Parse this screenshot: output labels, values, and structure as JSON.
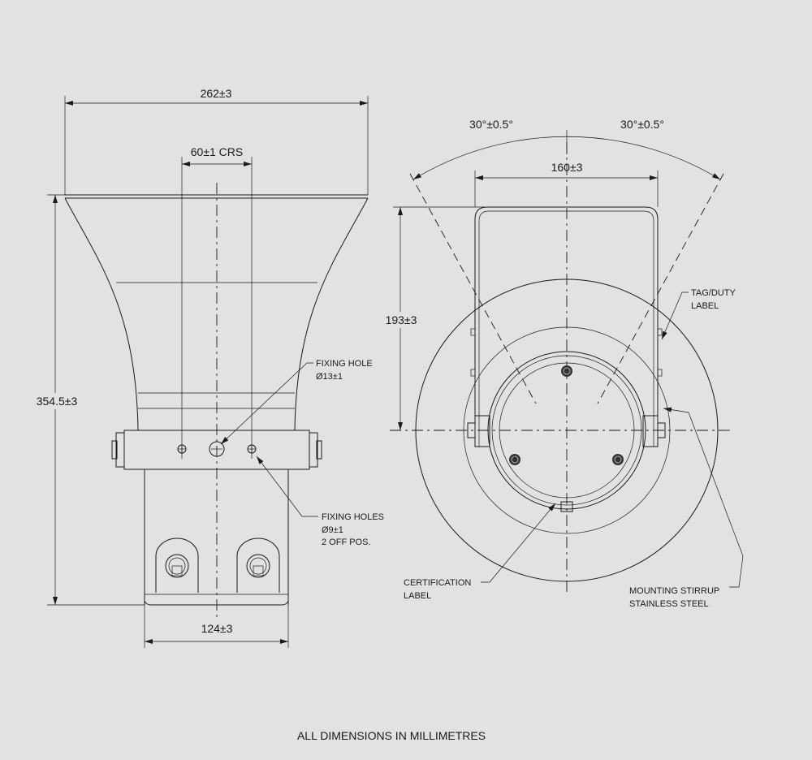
{
  "side_view": {
    "overall_width": "262±3",
    "hole_centres": "60±1 CRS",
    "overall_height": "354.5±3",
    "base_width": "124±3",
    "fixing_hole": {
      "line1": "FIXING HOLE",
      "line2": "Ø13±1"
    },
    "fixing_holes": {
      "line1": "FIXING HOLES",
      "line2": "Ø9±1",
      "line3": "2 OFF POS."
    }
  },
  "front_view": {
    "angle_left": "30°±0.5°",
    "angle_right": "30°±0.5°",
    "stirrup_width": "160±3",
    "stirrup_height": "193±3",
    "tag_label": {
      "line1": "TAG/DUTY",
      "line2": "LABEL"
    },
    "cert_label": {
      "line1": "CERTIFICATION",
      "line2": "LABEL"
    },
    "stirrup_label": {
      "line1": "MOUNTING STIRRUP",
      "line2": "STAINLESS STEEL"
    }
  },
  "footer": "ALL DIMENSIONS IN MILLIMETRES"
}
